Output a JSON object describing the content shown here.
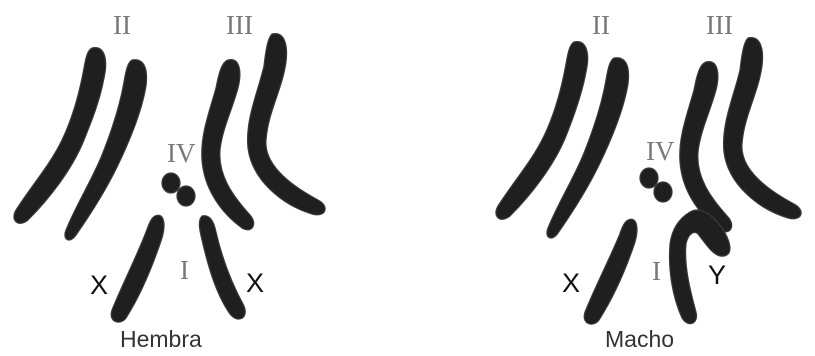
{
  "female": {
    "caption": "Hembra",
    "label_II": "II",
    "label_III": "III",
    "label_IV": "IV",
    "label_I": "I",
    "label_X_left": "X",
    "label_X_right": "X"
  },
  "male": {
    "caption": "Macho",
    "label_II": "II",
    "label_III": "III",
    "label_IV": "IV",
    "label_I": "I",
    "label_X": "X",
    "label_Y": "Y"
  },
  "colors": {
    "chromosome": "#1f1f1f",
    "roman_label": "#7a7a7a",
    "sex_label": "#111111"
  }
}
